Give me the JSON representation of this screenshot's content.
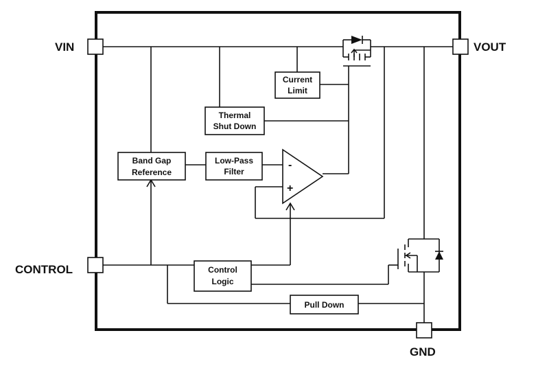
{
  "pins": {
    "vin": "VIN",
    "vout": "VOUT",
    "control": "CONTROL",
    "gnd": "GND"
  },
  "blocks": {
    "current_limit": [
      "Current",
      "Limit"
    ],
    "thermal_shutdown": [
      "Thermal",
      "Shut Down"
    ],
    "band_gap": [
      "Band Gap",
      "Reference"
    ],
    "low_pass": [
      "Low-Pass",
      "Filter"
    ],
    "control_logic": [
      "Control",
      "Logic"
    ],
    "pull_down": [
      "Pull Down"
    ]
  },
  "opamp": {
    "minus": "-",
    "plus": "+"
  }
}
